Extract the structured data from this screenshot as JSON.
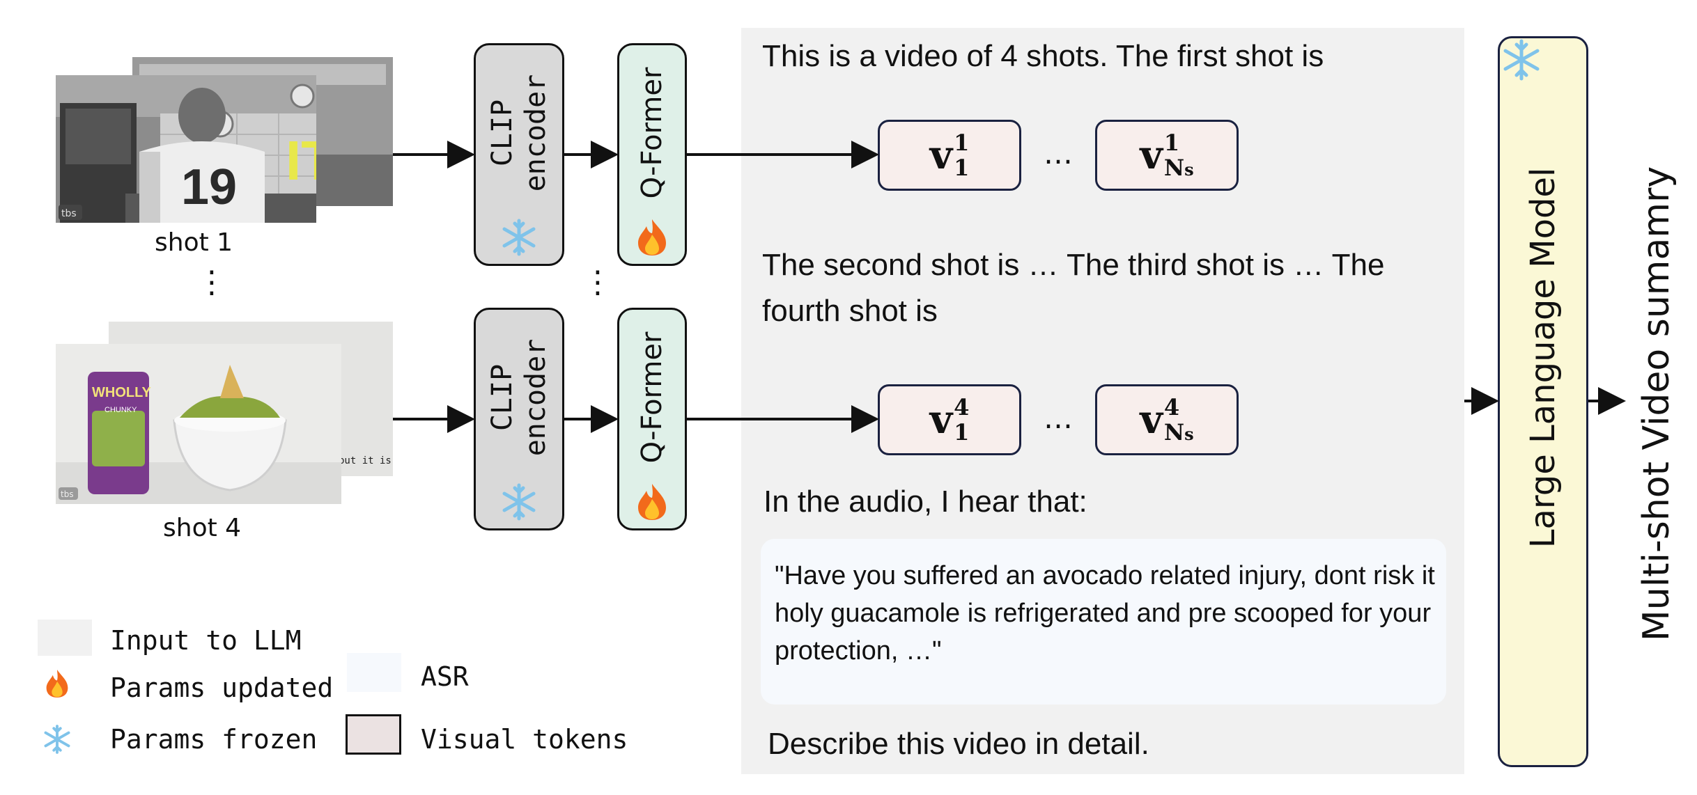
{
  "shots": [
    {
      "label": "shot 1",
      "thumb_text": "IT",
      "logo": "tbs",
      "jersey": "19"
    },
    {
      "label": "shot 4",
      "logo": "tbs",
      "package_text": "WHOLLY",
      "package_sub": "CHUNKY",
      "caption_fragment": "but it is m"
    }
  ],
  "vdots": "⋮",
  "encoder": {
    "label_line1": "CLIP",
    "label_line2": "encoder",
    "icon": "snowflake-icon"
  },
  "qformer": {
    "label": "Q-Former",
    "icon": "fire-icon"
  },
  "prompt": {
    "intro": "This is a video of 4 shots. The first shot is",
    "middle_line1": "The second shot is … The third shot is … The",
    "middle_line2": "fourth shot is",
    "audio_intro": "In the audio, I hear that:",
    "asr_quote": "\"Have you suffered an avocado related injury, dont risk it holy guacamole is refrigerated and pre scooped for your protection, …\"",
    "closing": "Describe this video in detail."
  },
  "tokens": {
    "row1": {
      "left": {
        "base": "v",
        "sup": "1",
        "sub": "1"
      },
      "right": {
        "base": "v",
        "sup": "1",
        "sub": "N",
        "sub2": "s"
      }
    },
    "row4": {
      "left": {
        "base": "v",
        "sup": "4",
        "sub": "1"
      },
      "right": {
        "base": "v",
        "sup": "4",
        "sub": "N",
        "sub2": "s"
      }
    },
    "ellipsis": "…"
  },
  "llm": {
    "label": "Large Language Model",
    "icon": "snowflake-icon"
  },
  "output": {
    "label": "Multi-shot Video sumamry"
  },
  "legend": {
    "input_to_llm": "Input to LLM",
    "params_updated": "Params updated",
    "params_frozen": "Params frozen",
    "asr": "ASR",
    "visual_tokens": "Visual tokens"
  },
  "colors": {
    "input_panel": "#f1f1f1",
    "asr_box": "#f6f9fd",
    "visual_token": "#f8eeec",
    "clip_encoder": "#d9d9d9",
    "qformer": "#dff0e8",
    "llm": "#fbf8d6"
  }
}
